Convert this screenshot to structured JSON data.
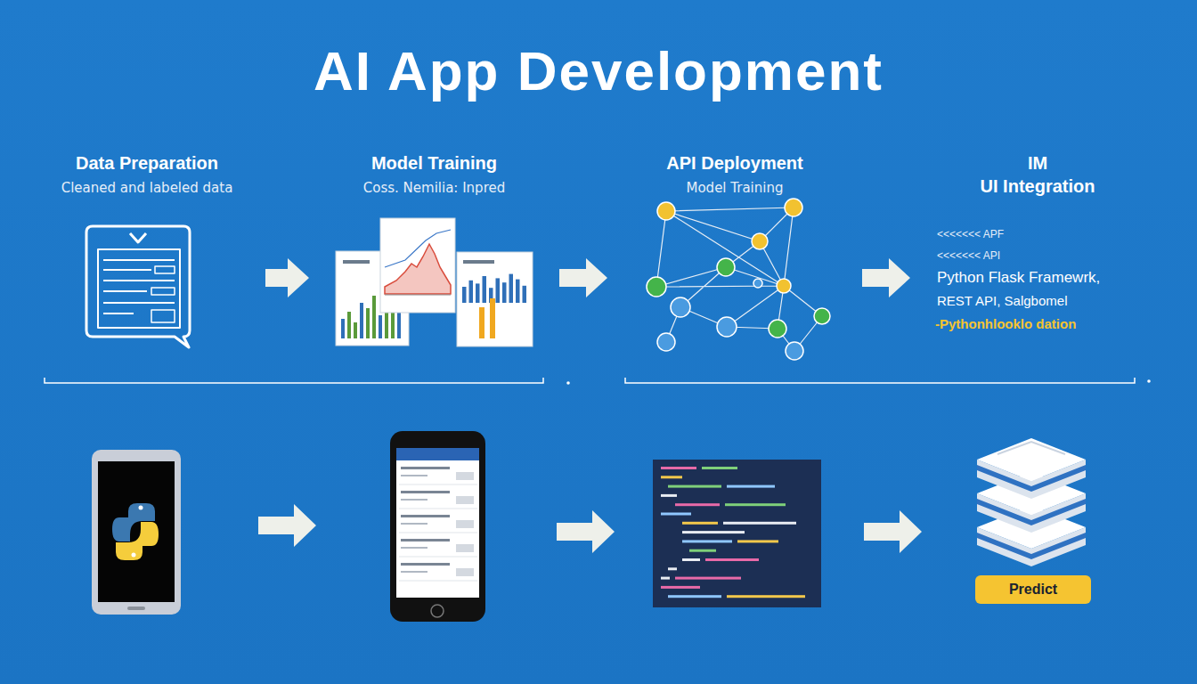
{
  "diagram": {
    "title": "AI App Development",
    "nodes": [
      {
        "text": [
          "Data Preparation",
          "Cleaned and labeled data"
        ]
      },
      {
        "text": [
          "Model Training",
          "Coss. Nemilia: Inpred"
        ]
      },
      {
        "text": [
          "API Deployment",
          "Model Training"
        ]
      },
      {
        "text": [
          "IM",
          "UI Integration",
          "<<<<<<< APF",
          "<<<<<<< API",
          "Python Flask Framewrk,",
          "REST API, Salgbomel",
          "-Pythonhlooklo dation"
        ]
      },
      {
        "text": [
          "Predict"
        ]
      }
    ],
    "edges": [
      {
        "from": 0,
        "to": 1,
        "arrow": "to"
      },
      {
        "from": 1,
        "to": 2,
        "arrow": "to"
      },
      {
        "from": 2,
        "to": 3,
        "arrow": "to"
      }
    ]
  }
}
